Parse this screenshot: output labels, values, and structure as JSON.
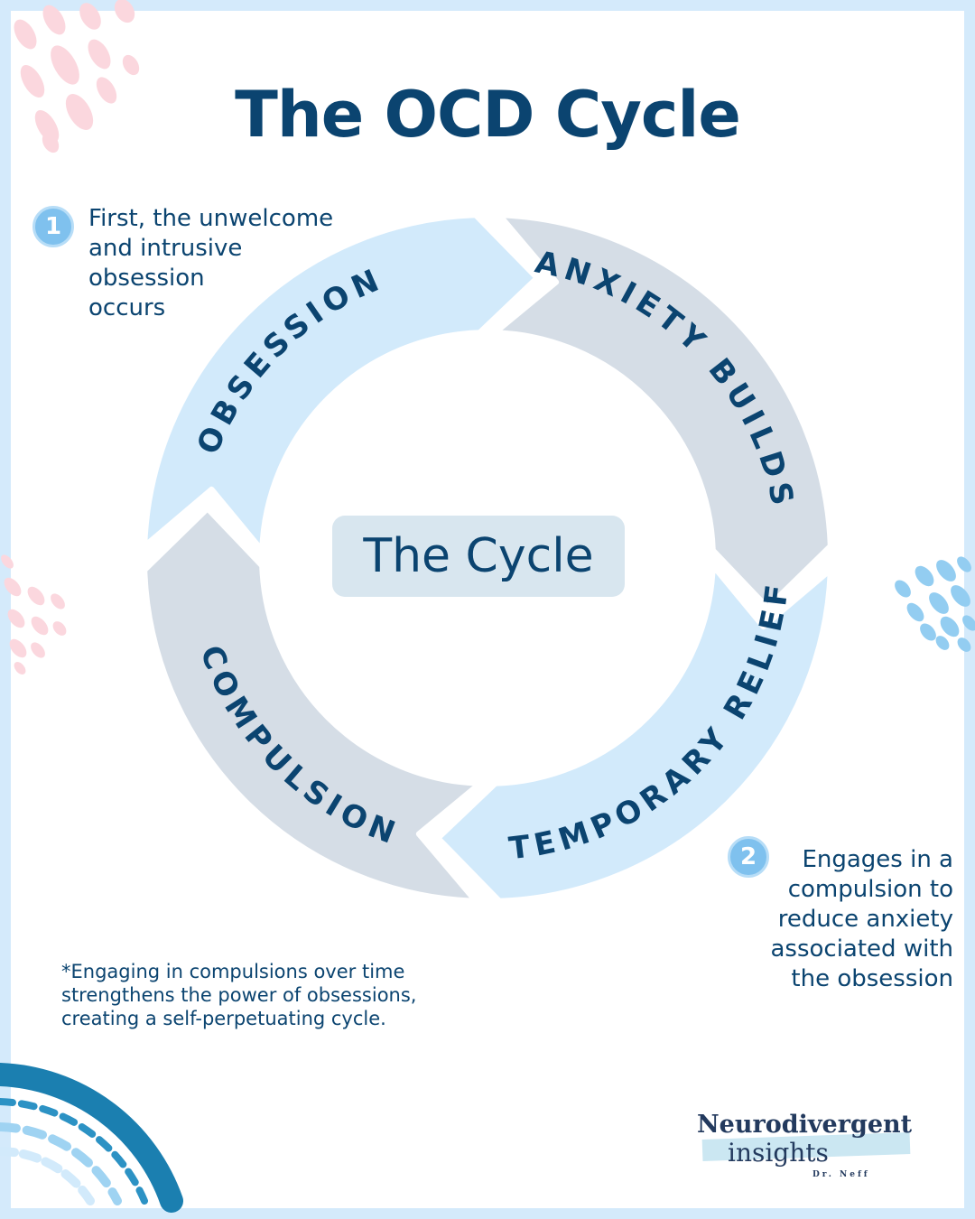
{
  "title": "The OCD Cycle",
  "center_label": "The Cycle",
  "cycle_stages": [
    {
      "label": "OBSESSION",
      "color": "#d2eafb"
    },
    {
      "label": "ANXIETY BUILDS",
      "color": "#d5dde6"
    },
    {
      "label": "COMPULSION",
      "color": "#d2eafb"
    },
    {
      "label": "TEMPORARY RELIEF",
      "color": "#d5dde6"
    }
  ],
  "notes": [
    {
      "number": "1",
      "lines": [
        "First, the unwelcome",
        "and intrusive",
        "obsession",
        "occurs"
      ]
    },
    {
      "number": "2",
      "lines": [
        "Engages in a",
        "compulsion to",
        "reduce anxiety",
        "associated with",
        "the obsession"
      ]
    }
  ],
  "footnote": "*Engaging in compulsions over time strengthens the power of obsessions, creating a self-perpetuating cycle.",
  "brand": {
    "name_top": "Neurodivergent",
    "name_bottom": "insights",
    "author": "Dr. Neff"
  },
  "colors": {
    "navy": "#0b4470",
    "light_blue": "#d2eafb",
    "gray_blue": "#d5dde6",
    "pink": "#fbd7de",
    "accent_blue": "#1b7fb0"
  }
}
